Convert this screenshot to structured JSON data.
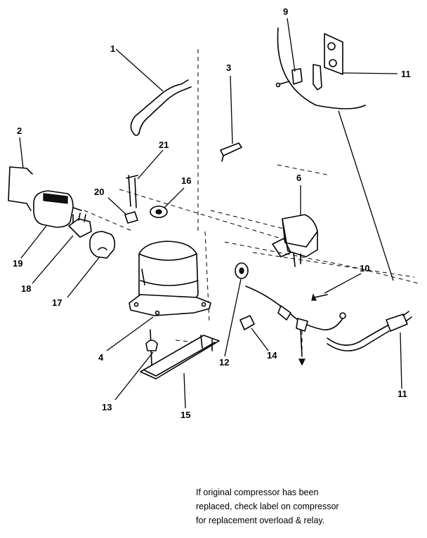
{
  "callouts": {
    "c1": "1",
    "c2": "2",
    "c3": "3",
    "c4": "4",
    "c6": "6",
    "c9": "9",
    "c10": "10",
    "c11a": "11",
    "c11b": "11",
    "c12": "12",
    "c13": "13",
    "c14": "14",
    "c15": "15",
    "c16": "16",
    "c17": "17",
    "c18": "18",
    "c19": "19",
    "c20": "20",
    "c21": "21"
  },
  "note": {
    "line1": "If original compressor has been",
    "line2": "replaced, check label on compressor",
    "line3": "for replacement overload & relay."
  }
}
